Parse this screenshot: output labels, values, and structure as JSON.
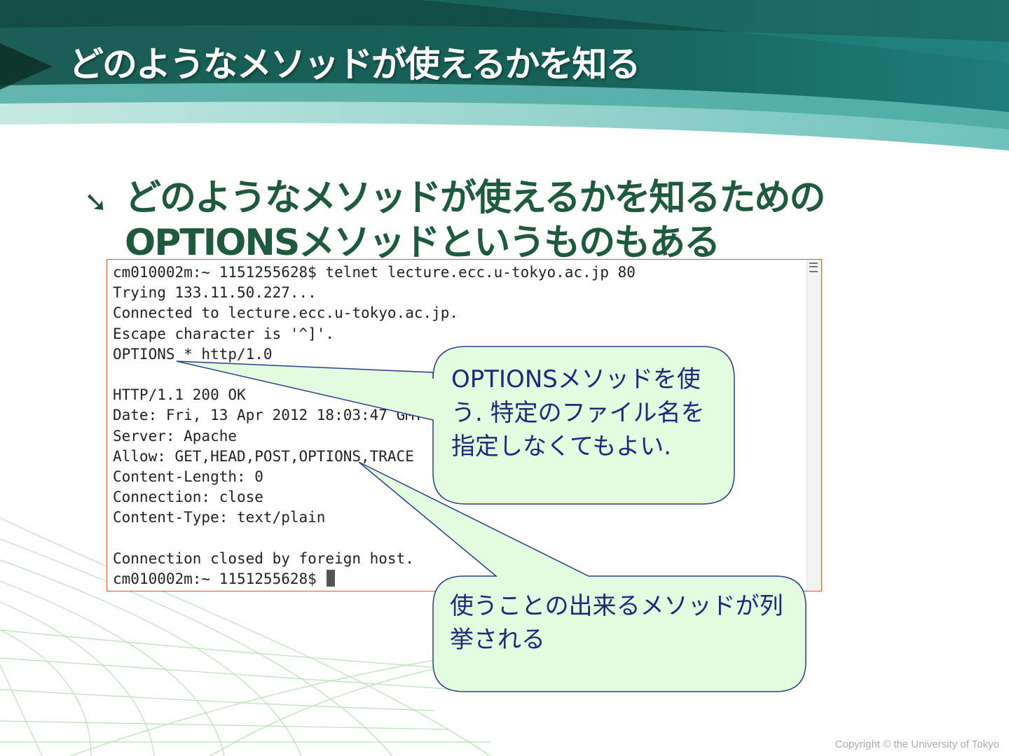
{
  "slide": {
    "title": "どのようなメソッドが使えるかを知る",
    "bullet": {
      "icon": "curved-arrow-icon",
      "line1": "どのようなメソッドが使えるかを知るための",
      "line2": "OPTIONSメソッドというものもある"
    }
  },
  "terminal": {
    "lines": [
      "cm010002m:~ 1151255628$ telnet lecture.ecc.u-tokyo.ac.jp 80",
      "Trying 133.11.50.227...",
      "Connected to lecture.ecc.u-tokyo.ac.jp.",
      "Escape character is '^]'.",
      "OPTIONS * http/1.0",
      "",
      "HTTP/1.1 200 OK",
      "Date: Fri, 13 Apr 2012 18:03:47 GMT",
      "Server: Apache",
      "Allow: GET,HEAD,POST,OPTIONS,TRACE",
      "Content-Length: 0",
      "Connection: close",
      "Content-Type: text/plain",
      "",
      "Connection closed by foreign host.",
      "cm010002m:~ 1151255628$ "
    ]
  },
  "callouts": {
    "options_note": "OPTIONSメソッドを使う. 特定のファイル名を指定しなくてもよい.",
    "allow_note": "使うことの出来るメソッドが列挙される"
  },
  "footer": {
    "copyright": "Copyright © the University of Tokyo"
  },
  "colors": {
    "header_dark": "#145452",
    "header_light": "#8fd2c9",
    "bullet_green": "#1e5a3d",
    "terminal_border": "#e2582b",
    "callout_fill": "#e3fce0",
    "callout_stroke": "#2a3f8a",
    "callout_text": "#1c2a7a"
  }
}
